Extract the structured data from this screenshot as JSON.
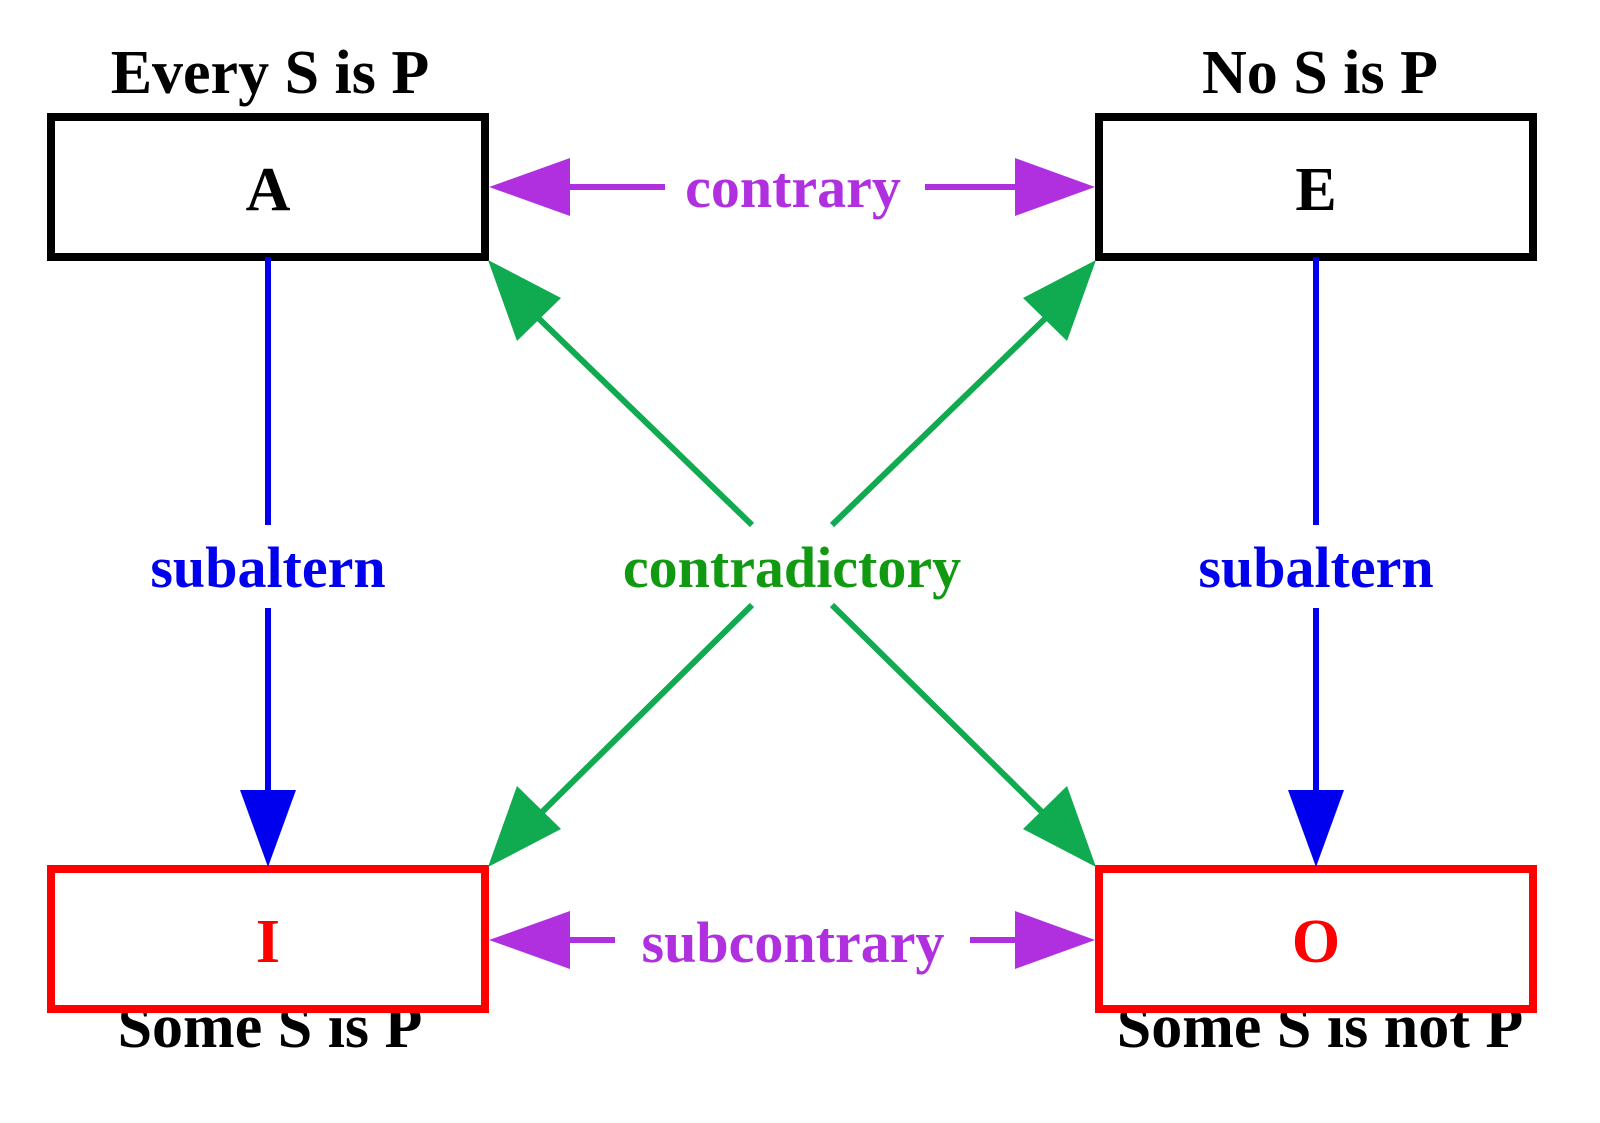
{
  "title": "Square of Opposition",
  "colors": {
    "universal_border": "#000000",
    "particular_border": "#ff0000",
    "contrary": "#b030e0",
    "contradictory_line": "#10aa50",
    "contradictory_text": "#119911",
    "subaltern": "#0000ee",
    "caption": "#000000"
  },
  "nodes": {
    "A": {
      "letter": "A",
      "caption": "Every S is P",
      "type": "universal affirmative"
    },
    "E": {
      "letter": "E",
      "caption": "No S is P",
      "type": "universal negative"
    },
    "I": {
      "letter": "I",
      "caption": "Some S is P",
      "type": "particular affirmative"
    },
    "O": {
      "letter": "O",
      "caption": "Some S is not P",
      "type": "particular negative"
    }
  },
  "relations": {
    "contrary": {
      "label": "contrary",
      "from": "A",
      "to": "E",
      "direction": "both"
    },
    "subcontrary": {
      "label": "subcontrary",
      "from": "I",
      "to": "O",
      "direction": "both"
    },
    "contradictory": {
      "label": "contradictory",
      "pairs": [
        [
          "A",
          "O"
        ],
        [
          "E",
          "I"
        ]
      ],
      "direction": "both"
    },
    "subaltern_left": {
      "label": "subaltern",
      "from": "A",
      "to": "I",
      "direction": "forward"
    },
    "subaltern_right": {
      "label": "subaltern",
      "from": "E",
      "to": "O",
      "direction": "forward"
    }
  }
}
